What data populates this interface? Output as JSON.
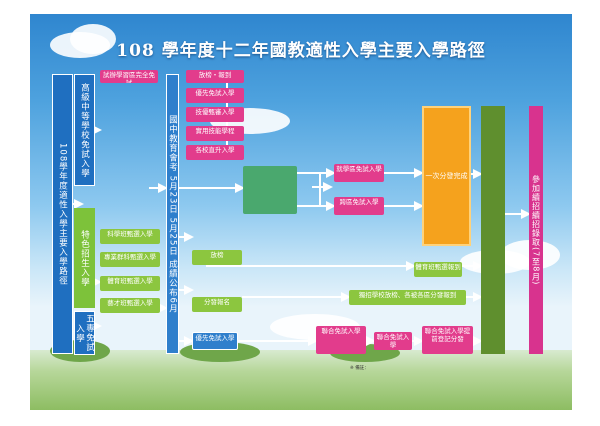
{
  "title": "108 學年度十二年國教適性入學主要入學路徑",
  "left_column": "108學年度適性入學主要入學路徑",
  "categories": [
    "高級中等學校免試入學",
    "特色招生入學",
    "五專免試入學"
  ],
  "timeline": "國中教育會考 5月23日 5月25日 成績公布6月",
  "boxes": [
    {
      "label": "試辦學習區完全免試",
      "sub": ""
    },
    {
      "label": "放榜・報到",
      "sub": ""
    },
    {
      "label": "優先免試入學",
      "sub": ""
    },
    {
      "label": "技優甄審入學",
      "sub": ""
    },
    {
      "label": "實用技能學程",
      "sub": ""
    },
    {
      "label": "各校直升入學",
      "sub": ""
    },
    {
      "label": "",
      "sub": ""
    },
    {
      "label": "就學區免試入學",
      "sub": ""
    },
    {
      "label": "跨區免試入學",
      "sub": ""
    },
    {
      "label": "科學班甄選入學",
      "sub": ""
    },
    {
      "label": "專業群科甄選入學",
      "sub": ""
    },
    {
      "label": "放榜",
      "sub": ""
    },
    {
      "label": "體育班甄選入學",
      "sub": ""
    },
    {
      "label": "體育班甄選報到",
      "sub": ""
    },
    {
      "label": "藝才班甄選入學",
      "sub": ""
    },
    {
      "label": "分發報名",
      "sub": ""
    },
    {
      "label": "獨招學校放榜、各被各區分發報到",
      "sub": ""
    },
    {
      "label": "優先免試入學",
      "sub": ""
    },
    {
      "label": "聯合免試入學",
      "sub": ""
    },
    {
      "label": "聯合免試入學",
      "sub": ""
    },
    {
      "label": "聯合免試入學提前登記分發",
      "sub": ""
    },
    {
      "label": "一次分發完成",
      "sub": ""
    },
    {
      "label": "",
      "sub": ""
    },
    {
      "label": "參加續招續招錄取(7至8月)",
      "sub": ""
    }
  ],
  "notes": {
    "heading": "※ 備註：",
    "items": [
      "",
      ""
    ]
  }
}
